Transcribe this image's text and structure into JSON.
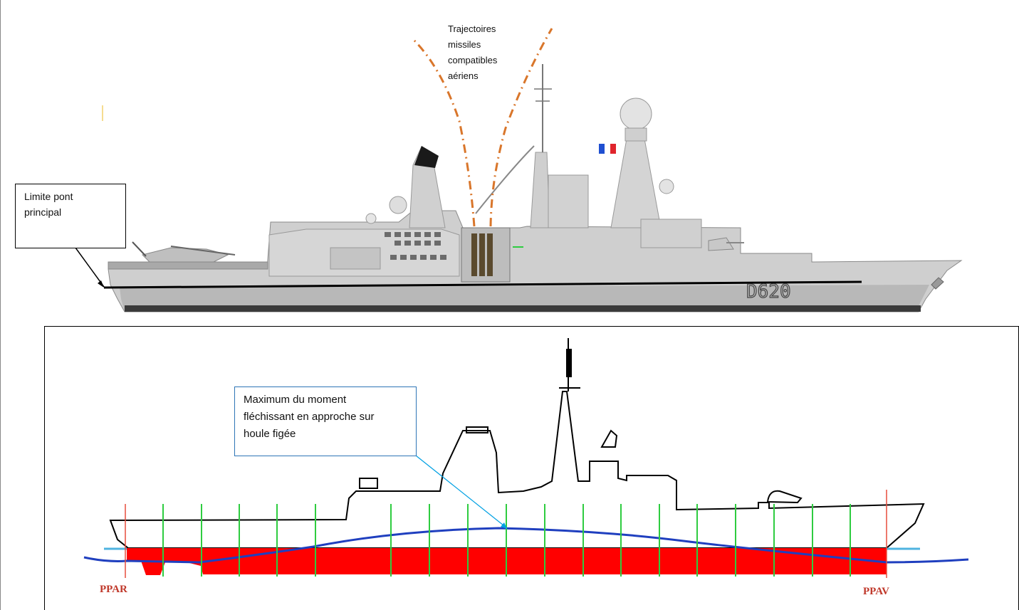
{
  "labels": {
    "limite_pont": [
      "Limite pont",
      "principal"
    ],
    "trajectoires": [
      "Trajectoires",
      "missiles",
      "compatibles",
      "aériens"
    ],
    "moment_max": [
      "Maximum du moment",
      "fléchissant en approche sur",
      "houle figée"
    ],
    "ppar": "PPAR",
    "ppav": "PPAV",
    "hull_number": "D620"
  },
  "colors": {
    "hull_grey": "#c8c8c8",
    "trajectory": "#d9762b",
    "wave": "#1f3fbf",
    "load": "#ff0000",
    "station_lines": "#2ecc40",
    "perpendiculars": "#e74c3c",
    "callout_border": "#2e75b6",
    "waterline": "#4fb3e0"
  }
}
